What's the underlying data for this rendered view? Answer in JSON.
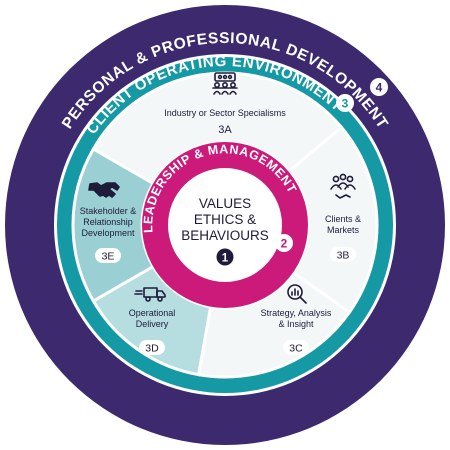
{
  "colors": {
    "outer_ring": "#3d2a6e",
    "teal_ring": "#159aa5",
    "magenta_ring": "#cc1a7a",
    "segment_light": "#f3f7f8",
    "segment_teal_light": "#b6dde0",
    "segment_teal_mid": "#9acfd4",
    "badge_dark": "#1f1b3a",
    "white": "#ffffff"
  },
  "rings": {
    "outer_label": "PERSONAL & PROFESSIONAL DEVELOPMENT",
    "outer_badge": "4",
    "teal_label": "CLIENT OPERATING ENVIRONMENT",
    "teal_badge": "3",
    "magenta_label": "LEADERSHIP & MANAGEMENT",
    "magenta_badge": "2"
  },
  "center": {
    "line1": "VALUES",
    "line2": "ETHICS &",
    "line3": "BEHAVIOURS",
    "badge": "1"
  },
  "segments": [
    {
      "id": "3A",
      "lines": [
        "Industry or Sector Specialisms"
      ],
      "code": "3A",
      "icon": "team-meeting-icon"
    },
    {
      "id": "3B",
      "lines": [
        "Clients &",
        "Markets"
      ],
      "code": "3B",
      "icon": "people-handshake-icon"
    },
    {
      "id": "3C",
      "lines": [
        "Strategy, Analysis",
        "& Insight"
      ],
      "code": "3C",
      "icon": "magnifier-chart-icon"
    },
    {
      "id": "3D",
      "lines": [
        "Operational",
        "Delivery"
      ],
      "code": "3D",
      "icon": "delivery-truck-icon"
    },
    {
      "id": "3E",
      "lines": [
        "Stakeholder &",
        "Relationship",
        "Development"
      ],
      "code": "3E",
      "icon": "handshake-icon"
    }
  ]
}
